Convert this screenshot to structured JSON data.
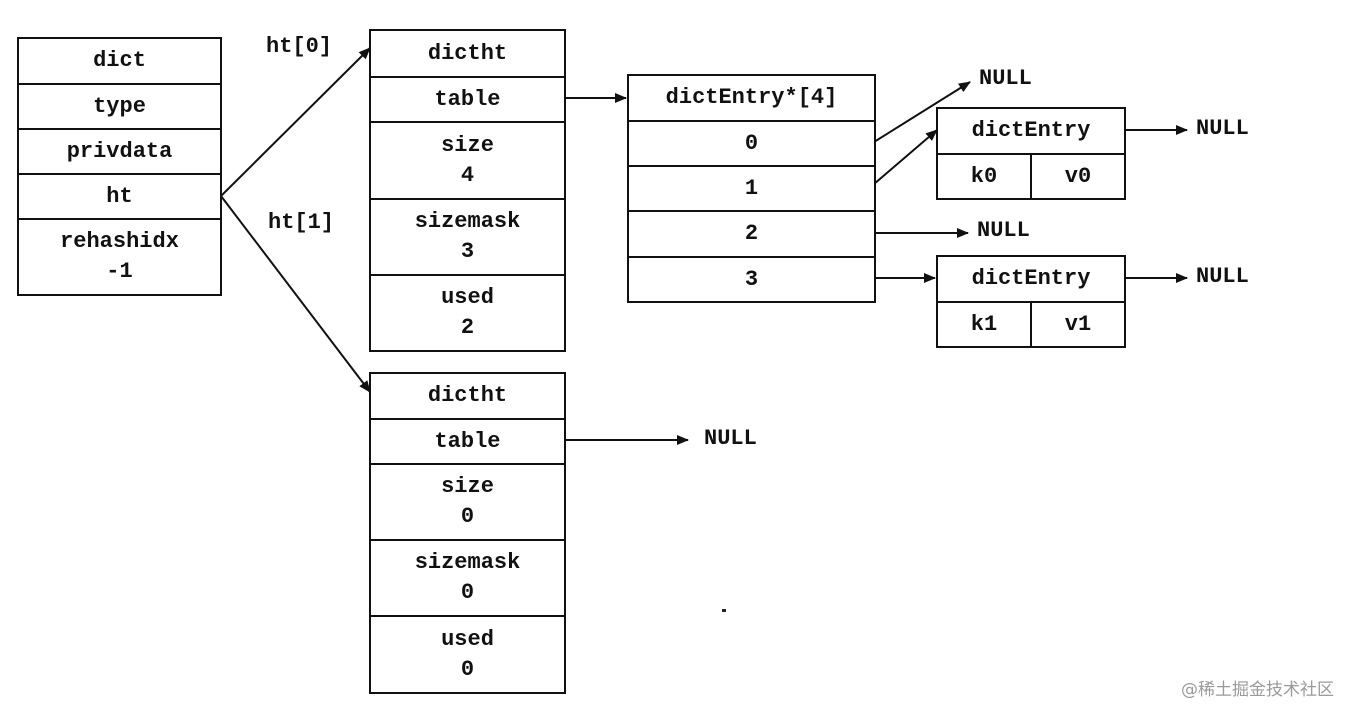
{
  "dict": {
    "title": "dict",
    "type": "type",
    "privdata": "privdata",
    "ht": "ht",
    "rehashidx_name": "rehashidx",
    "rehashidx_value": "-1"
  },
  "ht0_label": "ht[0]",
  "ht1_label": "ht[1]",
  "ht0": {
    "title": "dictht",
    "table": "table",
    "size_name": "size",
    "size_value": "4",
    "sizemask_name": "sizemask",
    "sizemask_value": "3",
    "used_name": "used",
    "used_value": "2"
  },
  "ht1": {
    "title": "dictht",
    "table": "table",
    "size_name": "size",
    "size_value": "0",
    "sizemask_name": "sizemask",
    "sizemask_value": "0",
    "used_name": "used",
    "used_value": "0"
  },
  "bucket_array": {
    "title": "dictEntry*[4]",
    "buckets": [
      "0",
      "1",
      "2",
      "3"
    ]
  },
  "entries": [
    {
      "title": "dictEntry",
      "key": "k0",
      "value": "v0"
    },
    {
      "title": "dictEntry",
      "key": "k1",
      "value": "v1"
    }
  ],
  "null_text": "NULL",
  "watermark": "@稀土掘金技术社区"
}
